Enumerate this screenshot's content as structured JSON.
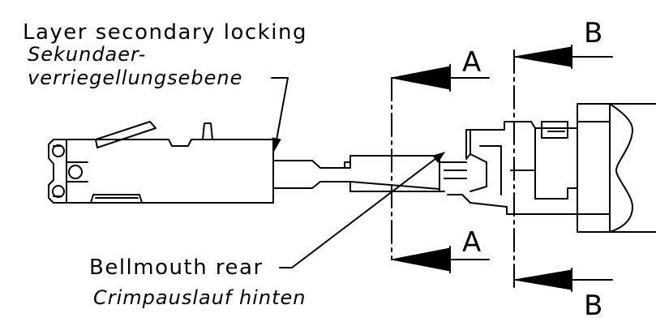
{
  "labels": {
    "secondary_locking_en": "Layer secondary locking",
    "secondary_locking_de_1": "Sekundaer-",
    "secondary_locking_de_2": "verriegellungsebene",
    "bellmouth_en": "Bellmouth rear",
    "bellmouth_de": "Crimpauslauf hinten"
  },
  "sections": {
    "a_top": "A",
    "a_bottom": "A",
    "b_top": "B",
    "b_bottom": "B"
  },
  "colors": {
    "line": "#000000",
    "background": "#ffffff"
  }
}
